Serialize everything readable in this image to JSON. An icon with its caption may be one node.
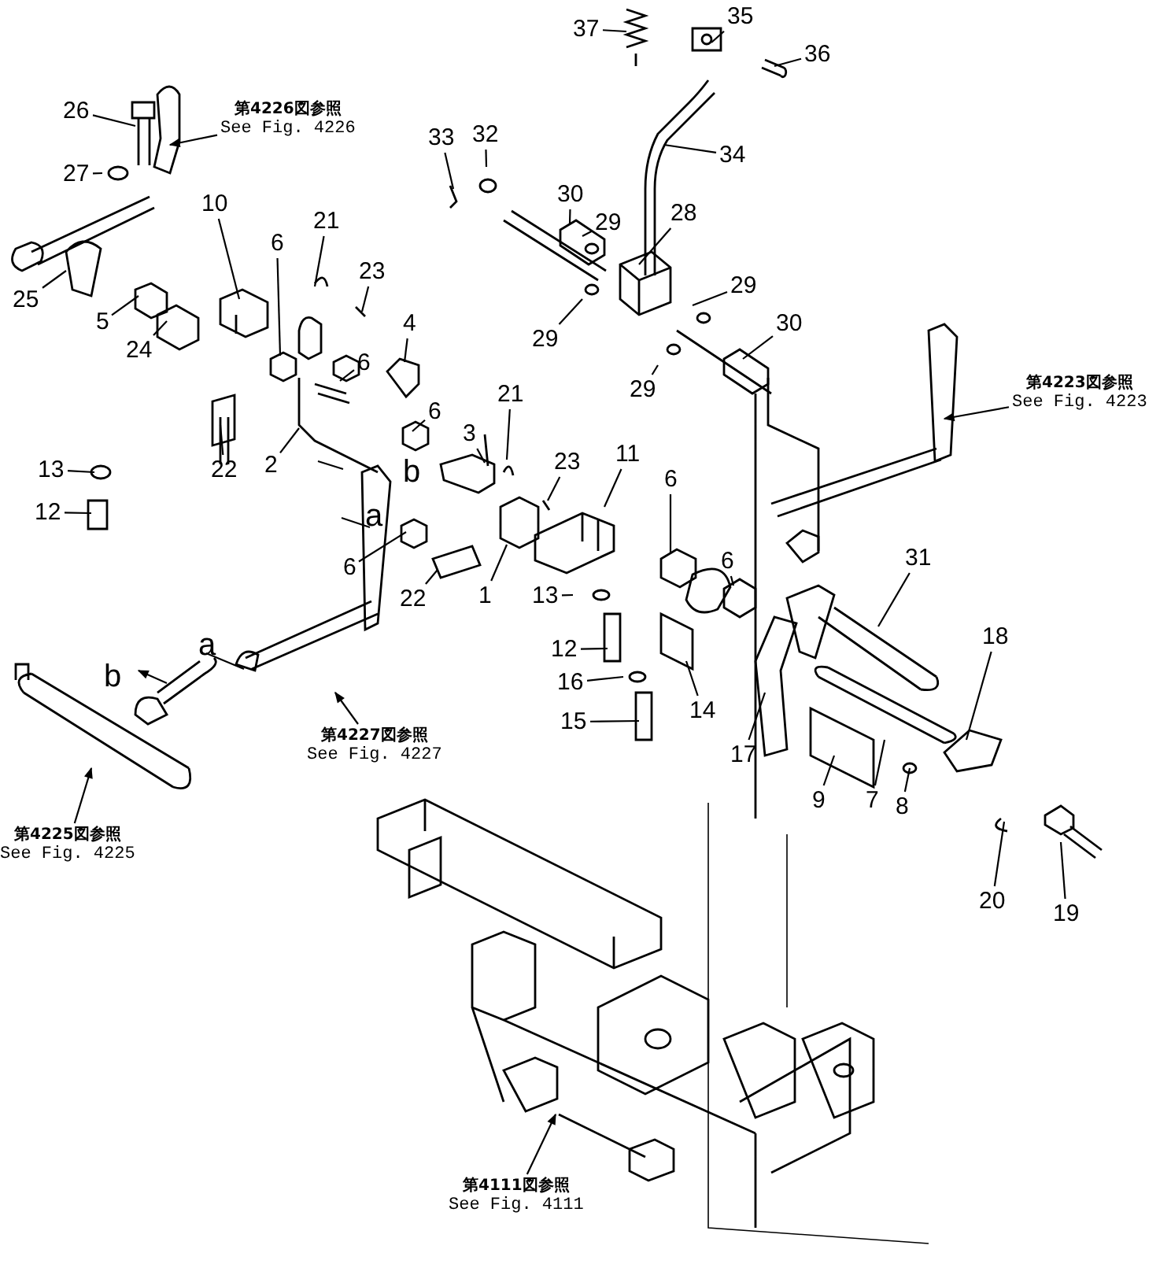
{
  "diagram": {
    "nodes": [
      {
        "text": [
          "35"
        ]
      },
      {
        "text": [
          "37"
        ]
      },
      {
        "text": [
          "36"
        ]
      },
      {
        "text": [
          "第4226図参照",
          "See Fig. 4226"
        ]
      },
      {
        "text": [
          "26"
        ]
      },
      {
        "text": [
          "33"
        ]
      },
      {
        "text": [
          "32"
        ]
      },
      {
        "text": [
          "34"
        ]
      },
      {
        "text": [
          "27"
        ]
      },
      {
        "text": [
          "30"
        ]
      },
      {
        "text": [
          "10"
        ]
      },
      {
        "text": [
          "28"
        ]
      },
      {
        "text": [
          "21"
        ]
      },
      {
        "text": [
          "29"
        ]
      },
      {
        "text": [
          "6"
        ]
      },
      {
        "text": [
          "23"
        ]
      },
      {
        "text": [
          "29"
        ]
      },
      {
        "text": [
          "25"
        ]
      },
      {
        "text": [
          "5"
        ]
      },
      {
        "text": [
          "30"
        ]
      },
      {
        "text": [
          "29"
        ]
      },
      {
        "text": [
          "4"
        ]
      },
      {
        "text": [
          "24"
        ]
      },
      {
        "text": [
          "6"
        ]
      },
      {
        "text": [
          "29"
        ]
      },
      {
        "text": [
          "第4223図参照",
          "See Fig. 4223"
        ]
      },
      {
        "text": [
          "6"
        ]
      },
      {
        "text": [
          "21"
        ]
      },
      {
        "text": [
          "3"
        ]
      },
      {
        "text": [
          "23"
        ]
      },
      {
        "text": [
          "11"
        ]
      },
      {
        "text": [
          "2"
        ]
      },
      {
        "text": [
          "13"
        ]
      },
      {
        "text": [
          "22"
        ]
      },
      {
        "text": [
          "6"
        ]
      },
      {
        "text": [
          "12"
        ]
      },
      {
        "text": [
          "31"
        ]
      },
      {
        "text": [
          "6"
        ]
      },
      {
        "text": [
          "6"
        ]
      },
      {
        "text": [
          "1"
        ]
      },
      {
        "text": [
          "13"
        ]
      },
      {
        "text": [
          "22"
        ]
      },
      {
        "text": [
          "18"
        ]
      },
      {
        "text": [
          "12"
        ]
      },
      {
        "text": [
          "16"
        ]
      },
      {
        "text": [
          "14"
        ]
      },
      {
        "text": [
          "15"
        ]
      },
      {
        "text": [
          "第4227図参照",
          "See Fig. 4227"
        ]
      },
      {
        "text": [
          "17"
        ]
      },
      {
        "text": [
          "9"
        ]
      },
      {
        "text": [
          "7"
        ]
      },
      {
        "text": [
          "8"
        ]
      },
      {
        "text": [
          "第4225図参照",
          "See Fig. 4225"
        ]
      },
      {
        "text": [
          "20"
        ]
      },
      {
        "text": [
          "19"
        ]
      },
      {
        "text": [
          "第4111図参照",
          "See Fig. 4111"
        ]
      }
    ],
    "edges": [
      {
        "from": 0,
        "to": null,
        "arrow": "none"
      },
      {
        "from": 1,
        "to": null,
        "arrow": "none"
      },
      {
        "from": 2,
        "to": null,
        "arrow": "none"
      },
      {
        "from": 3,
        "to": null,
        "arrow": "to"
      },
      {
        "from": 4,
        "to": null,
        "arrow": "none"
      },
      {
        "from": 5,
        "to": null,
        "arrow": "none"
      },
      {
        "from": 6,
        "to": null,
        "arrow": "none"
      },
      {
        "from": 7,
        "to": null,
        "arrow": "none"
      },
      {
        "from": 8,
        "to": null,
        "arrow": "none"
      },
      {
        "from": 9,
        "to": null,
        "arrow": "none"
      },
      {
        "from": 10,
        "to": null,
        "arrow": "none"
      },
      {
        "from": 11,
        "to": null,
        "arrow": "none"
      },
      {
        "from": 12,
        "to": null,
        "arrow": "none"
      },
      {
        "from": 13,
        "to": null,
        "arrow": "none"
      },
      {
        "from": 14,
        "to": null,
        "arrow": "none"
      },
      {
        "from": 15,
        "to": null,
        "arrow": "none"
      },
      {
        "from": 16,
        "to": null,
        "arrow": "none"
      },
      {
        "from": 17,
        "to": null,
        "arrow": "none"
      },
      {
        "from": 18,
        "to": null,
        "arrow": "none"
      },
      {
        "from": 19,
        "to": null,
        "arrow": "none"
      },
      {
        "from": 20,
        "to": null,
        "arrow": "none"
      },
      {
        "from": 21,
        "to": null,
        "arrow": "none"
      },
      {
        "from": 22,
        "to": null,
        "arrow": "none"
      },
      {
        "from": 23,
        "to": null,
        "arrow": "none"
      },
      {
        "from": 24,
        "to": null,
        "arrow": "none"
      },
      {
        "from": 25,
        "to": null,
        "arrow": "to"
      },
      {
        "from": 26,
        "to": null,
        "arrow": "none"
      },
      {
        "from": 27,
        "to": null,
        "arrow": "none"
      },
      {
        "from": 28,
        "to": null,
        "arrow": "none"
      },
      {
        "from": 29,
        "to": null,
        "arrow": "none"
      },
      {
        "from": 30,
        "to": null,
        "arrow": "none"
      },
      {
        "from": 31,
        "to": null,
        "arrow": "none"
      },
      {
        "from": 32,
        "to": null,
        "arrow": "none"
      },
      {
        "from": 33,
        "to": null,
        "arrow": "none"
      },
      {
        "from": 34,
        "to": null,
        "arrow": "none"
      },
      {
        "from": 35,
        "to": null,
        "arrow": "none"
      },
      {
        "from": 36,
        "to": null,
        "arrow": "none"
      },
      {
        "from": 37,
        "to": null,
        "arrow": "none"
      },
      {
        "from": 38,
        "to": null,
        "arrow": "none"
      },
      {
        "from": 39,
        "to": null,
        "arrow": "none"
      },
      {
        "from": 40,
        "to": null,
        "arrow": "none"
      },
      {
        "from": 41,
        "to": null,
        "arrow": "none"
      },
      {
        "from": 42,
        "to": null,
        "arrow": "none"
      },
      {
        "from": 43,
        "to": null,
        "arrow": "none"
      },
      {
        "from": 44,
        "to": null,
        "arrow": "none"
      },
      {
        "from": 45,
        "to": null,
        "arrow": "none"
      },
      {
        "from": 46,
        "to": null,
        "arrow": "none"
      },
      {
        "from": 47,
        "to": null,
        "arrow": "to"
      },
      {
        "from": 48,
        "to": null,
        "arrow": "none"
      },
      {
        "from": 49,
        "to": null,
        "arrow": "none"
      },
      {
        "from": 50,
        "to": null,
        "arrow": "none"
      },
      {
        "from": 51,
        "to": null,
        "arrow": "none"
      },
      {
        "from": 52,
        "to": null,
        "arrow": "to"
      },
      {
        "from": 53,
        "to": null,
        "arrow": "none"
      },
      {
        "from": 54,
        "to": null,
        "arrow": "none"
      },
      {
        "from": 55,
        "to": null,
        "arrow": "to"
      }
    ],
    "labels": [
      "b",
      "a",
      "a",
      "b"
    ]
  }
}
